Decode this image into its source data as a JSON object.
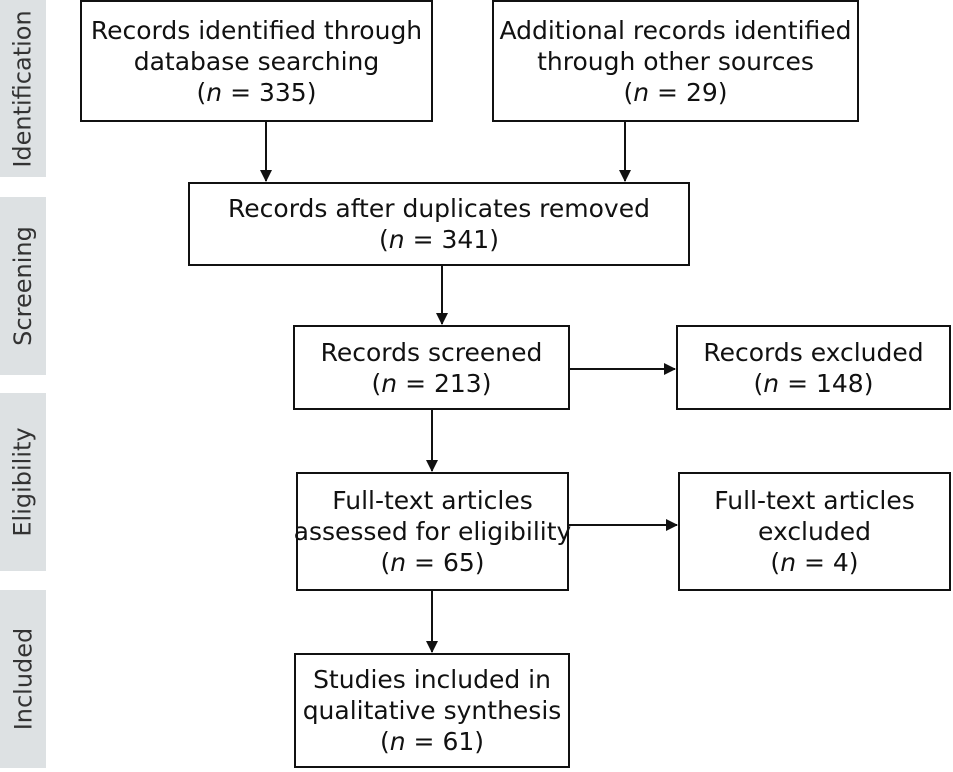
{
  "stages": {
    "identification": "Identification",
    "screening": "Screening",
    "eligibility": "Eligibility",
    "included": "Included"
  },
  "boxes": {
    "db_search": {
      "lines": [
        "Records identified through",
        "database searching"
      ],
      "n": "335"
    },
    "other_sources": {
      "lines": [
        "Additional records identified",
        "through other sources"
      ],
      "n": "29"
    },
    "after_duplicates": {
      "lines": [
        "Records after duplicates removed"
      ],
      "n": "341"
    },
    "screened": {
      "lines": [
        "Records screened"
      ],
      "n": "213"
    },
    "excluded": {
      "lines": [
        "Records excluded"
      ],
      "n": "148"
    },
    "fulltext_assessed": {
      "lines": [
        "Full-text articles",
        "assessed for eligibility"
      ],
      "n": "65"
    },
    "fulltext_excluded": {
      "lines": [
        "Full-text articles",
        "excluded"
      ],
      "n": "4"
    },
    "included": {
      "lines": [
        "Studies included in",
        "qualitative synthesis"
      ],
      "n": "61"
    }
  },
  "n_label": "n",
  "n_sep": " = "
}
